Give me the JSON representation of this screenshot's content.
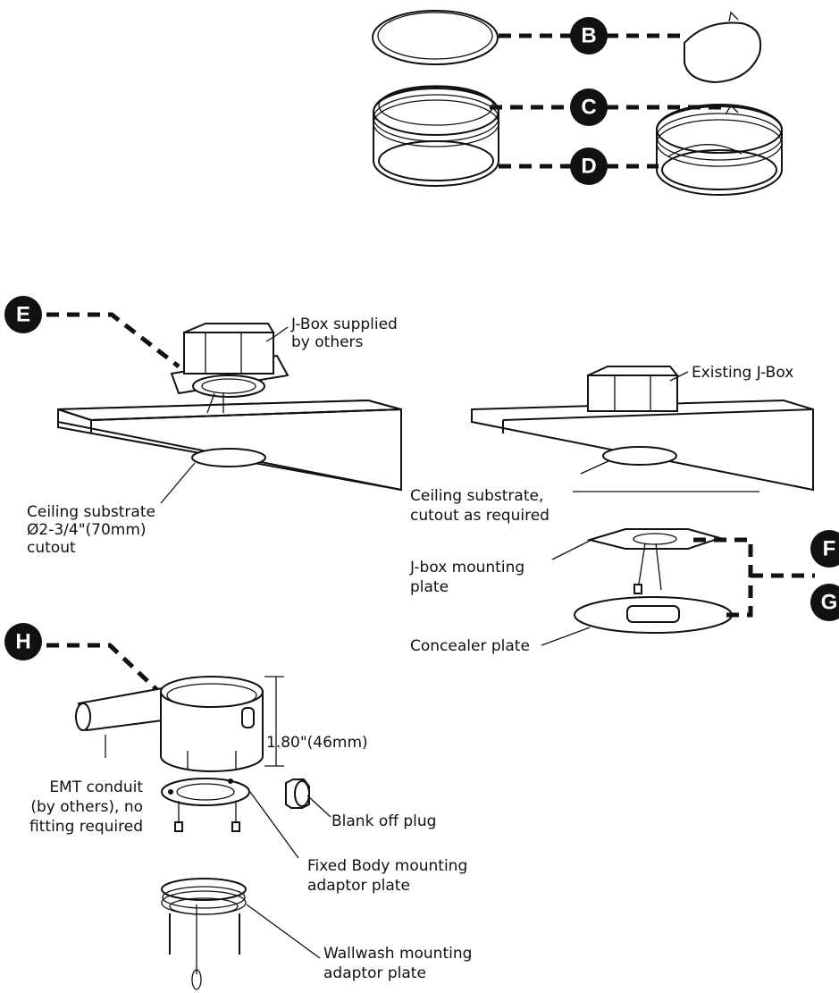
{
  "callouts": {
    "b": "B",
    "c": "C",
    "d": "D",
    "e": "E",
    "f": "F",
    "g": "G",
    "h": "H"
  },
  "labels": {
    "jbox_supplied": [
      "J-Box supplied",
      "by others"
    ],
    "existing_jbox": "Existing J-Box",
    "ceiling_cutout": [
      "Ceiling substrate",
      "Ø2-3/4\"(70mm)",
      "cutout"
    ],
    "ceiling_required": [
      "Ceiling substrate,",
      "cutout as required"
    ],
    "jbox_mounting_plate": [
      "J-box mounting",
      "plate"
    ],
    "concealer_plate": "Concealer plate",
    "dimension": "1.80\"(46mm)",
    "emt_conduit": [
      "EMT conduit",
      "(by others), no",
      "fitting required"
    ],
    "blank_plug": "Blank off plug",
    "fixed_body_plate": [
      "Fixed Body mounting",
      "adaptor plate"
    ],
    "wallwash_plate": [
      "Wallwash mounting",
      "adaptor plate"
    ]
  }
}
